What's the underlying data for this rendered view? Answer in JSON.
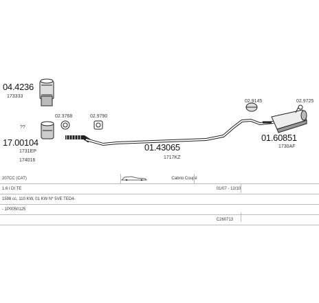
{
  "parts": {
    "p1": {
      "code": "04.4236",
      "ref": "173333"
    },
    "p2": {
      "code": "17.00104",
      "ref1": "1731EP",
      "ref2": "174016",
      "side": "??"
    },
    "p3": {
      "code": "02.3768"
    },
    "p4": {
      "code": "02.9790"
    },
    "p5": {
      "code": "01.43065",
      "ref": "1717KZ"
    },
    "p6": {
      "code": "02.9145"
    },
    "p7": {
      "code": "02.9725"
    },
    "p8": {
      "code": "01.60851",
      "ref": "1730AF"
    }
  },
  "table": {
    "row1": {
      "model": "207CC (CAT)",
      "body": "Cabrio Coupé"
    },
    "row2": {
      "engine": "1.6 i DI TE",
      "dates": "01/07 - 12/10"
    },
    "row3": {
      "spec": "1598 cc, 110 KW, 01 KW N* 5VE TED4-"
    },
    "row4": {
      "note": "- 1P0050125"
    },
    "row5": {
      "code": "C260713"
    }
  }
}
